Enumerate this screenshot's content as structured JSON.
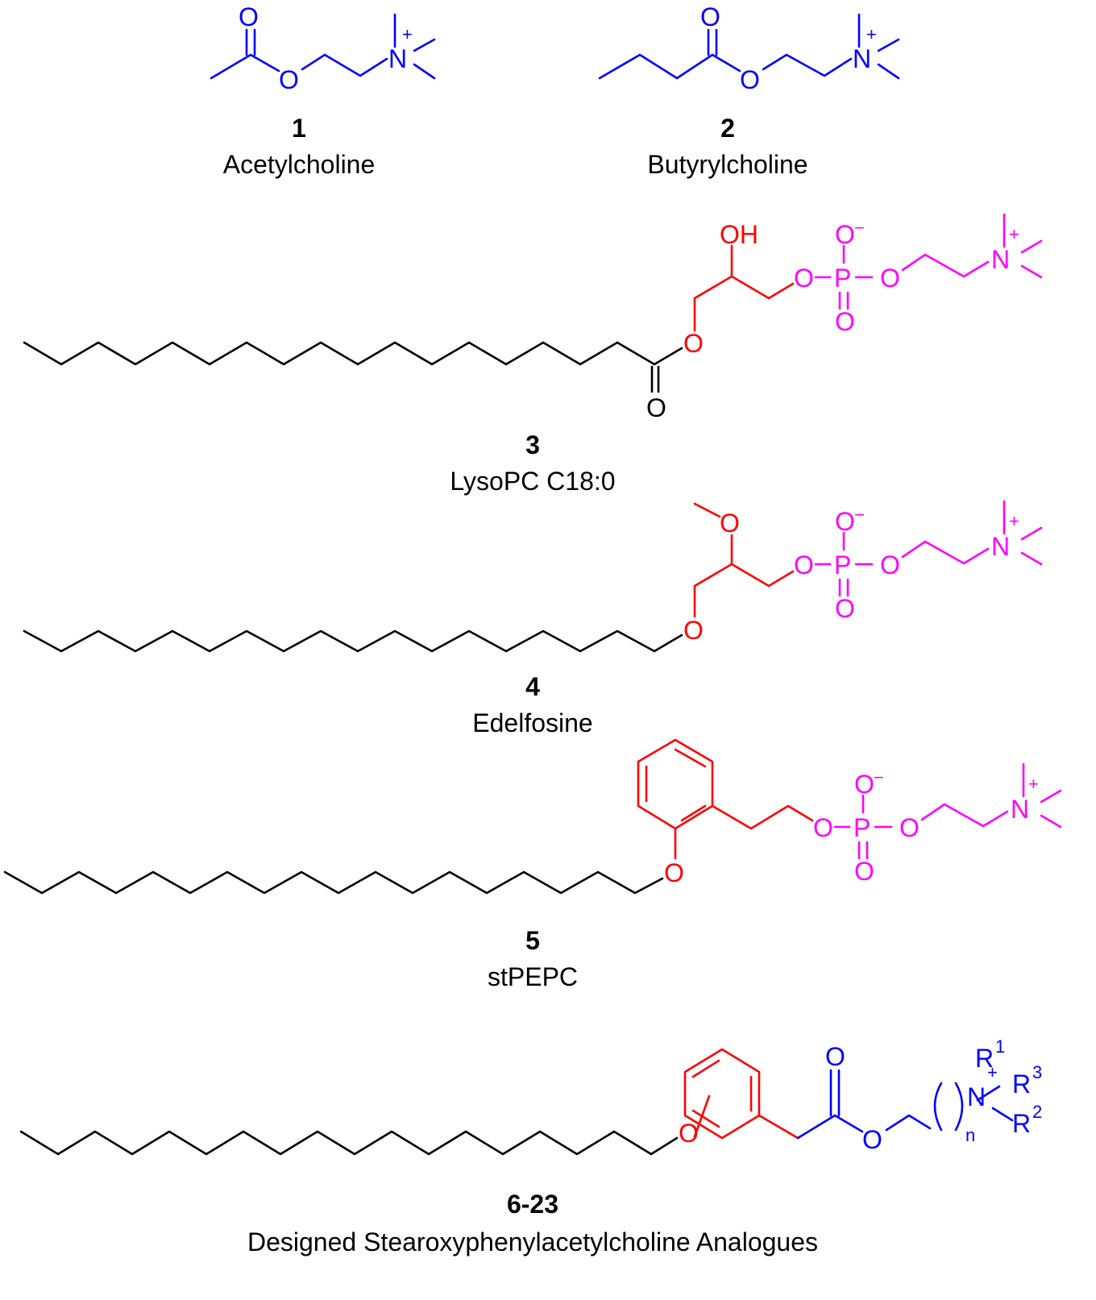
{
  "colors": {
    "chain": "#000000",
    "choline": "#0000ff",
    "linker": "#ff0000",
    "phosphate": "#ff00ff"
  },
  "symbols": {
    "oxygen": "O",
    "nitrogen": "N",
    "phosphorus": "P",
    "hydroxyl": "OH",
    "plus": "+",
    "minus": "−",
    "r1": "R",
    "r1_sup": "1",
    "r2": "R",
    "r2_sup": "2",
    "r3": "R",
    "r3_sup": "3",
    "repeat": "n"
  },
  "compounds": [
    {
      "id": "acetylcholine",
      "number": "1",
      "name": "Acetylcholine"
    },
    {
      "id": "butyrylcholine",
      "number": "2",
      "name": "Butyrylcholine"
    },
    {
      "id": "lysopc",
      "number": "3",
      "name": "LysoPC C18:0"
    },
    {
      "id": "edelfosine",
      "number": "4",
      "name": "Edelfosine"
    },
    {
      "id": "stpepc",
      "number": "5",
      "name": "stPEPC"
    },
    {
      "id": "analogues",
      "number": "6-23",
      "name": "Designed Stearoxyphenylacetylcholine Analogues"
    }
  ]
}
